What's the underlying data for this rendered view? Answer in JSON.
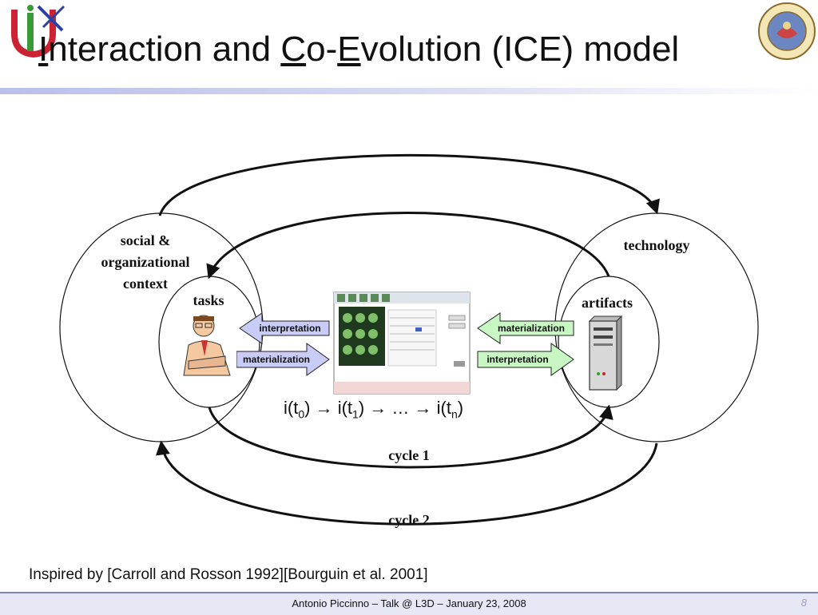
{
  "title": {
    "part1": "I",
    "part2": "nteraction and ",
    "part3": "C",
    "part4": "o-",
    "part5": "E",
    "part6": "volution (ICE) model"
  },
  "diagram": {
    "social_line1": "social &",
    "social_line2": "organizational",
    "social_line3": "context",
    "tasks": "tasks",
    "technology": "technology",
    "artifacts": "artifacts",
    "left_interpretation": "interpretation",
    "left_materialization": "materialization",
    "right_materialization": "materialization",
    "right_interpretation": "interpretation",
    "cycle1": "cycle 1",
    "cycle2": "cycle 2",
    "formula": {
      "i": "i(t",
      "sub0": "0",
      "sub1": "1",
      "subn": "n",
      "close_arrow": ") → ",
      "ellipsis": "… → ",
      "close": ")"
    }
  },
  "inspired": "Inspired by [Carroll and Rosson 1992][Bourguin et al. 2001]",
  "footer": "Antonio Piccinno –  Talk @ L3D – January 23, 2008",
  "page_number": "8",
  "colors": {
    "left_arrow_fill": "#c9ccf6",
    "right_arrow_fill": "#c9f7c4",
    "footer_rule": "#7b83c4"
  }
}
